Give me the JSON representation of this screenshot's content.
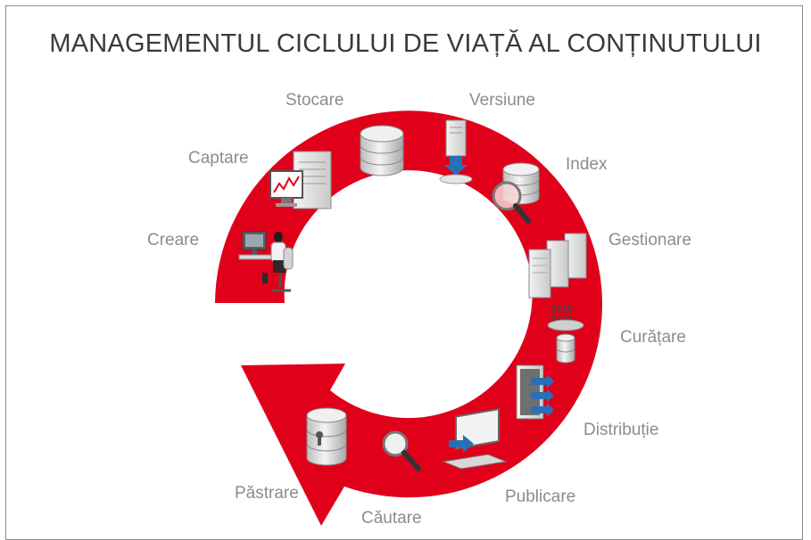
{
  "title": "MANAGEMENTUL CICLULUI DE VIAȚĂ AL CONȚINUTULUI",
  "colors": {
    "ring": "#e0001a",
    "label": "#8c8c8c",
    "title": "#3a3a3a",
    "icon_light": "#e6e6e6",
    "icon_mid": "#b8b8b8",
    "icon_dark": "#6f6f6f",
    "icon_blue": "#2a6fb5"
  },
  "stages": [
    {
      "label": "Creare",
      "icon": "person-at-computer-icon"
    },
    {
      "label": "Captare",
      "icon": "monitor-chart-server-icon"
    },
    {
      "label": "Stocare",
      "icon": "database-icon"
    },
    {
      "label": "Versiune",
      "icon": "server-download-icon"
    },
    {
      "label": "Index",
      "icon": "database-magnifier-icon"
    },
    {
      "label": "Gestionare",
      "icon": "server-rack-icon"
    },
    {
      "label": "Curățare",
      "icon": "binary-data-filter-icon"
    },
    {
      "label": "Distribuție",
      "icon": "server-distribution-icon"
    },
    {
      "label": "Publicare",
      "icon": "laptop-publish-icon"
    },
    {
      "label": "Căutare",
      "icon": "magnifier-icon"
    },
    {
      "label": "Păstrare",
      "icon": "database-lock-icon"
    }
  ]
}
